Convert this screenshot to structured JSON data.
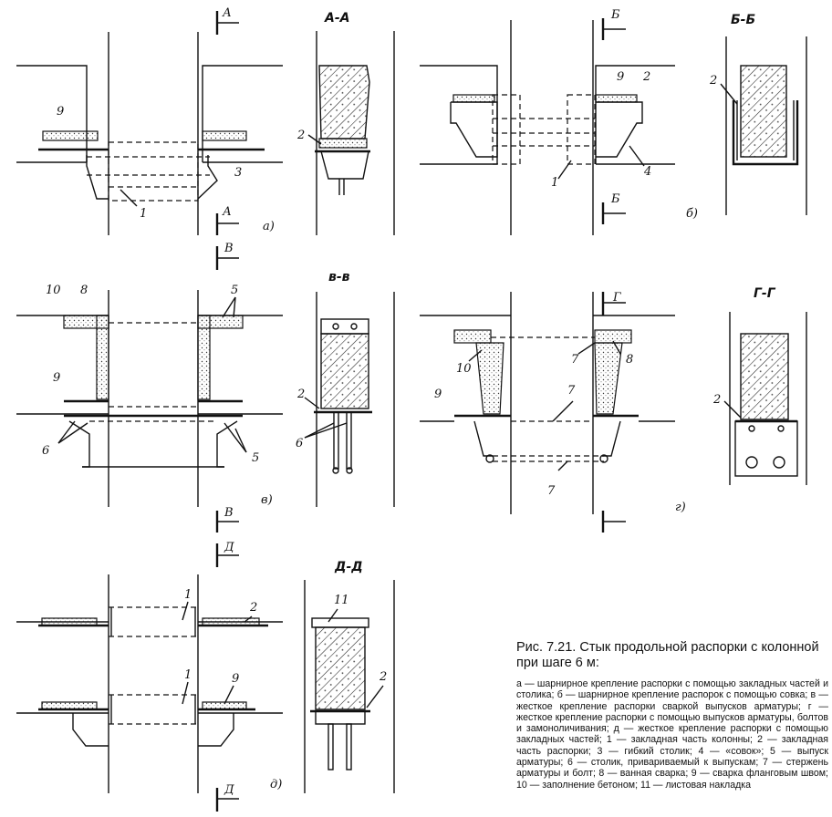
{
  "figure": {
    "caption_title": "Рис. 7.21. Стык продольной распорки с колонной при шаге 6 м:",
    "caption_body": "а — шарнирное крепление распорки с помощью закладных частей и столика; б — шарнирное крепление распорок с помощью совка; в — жесткое крепление распорки сваркой выпусков арматуры; г — жесткое крепление распорки с помощью выпусков арматуры, болтов и замоноличивания; д — жесткое крепление распорки с помощью закладных частей; 1 — закладная часть колонны; 2 — закладная часть распорки; 3 — гибкий столик; 4 — «совок»; 5 — выпуск арматуры; 6 — столик, привариваемый к выпускам; 7 — стержень арматуры и болт; 8 — ванная сварка; 9 — сварка фланговым швом; 10 — заполнение бетоном; 11 — листовая накладка"
  },
  "sections": {
    "a": {
      "letter": "А",
      "title": "А-А",
      "tag": "а)"
    },
    "b": {
      "letter": "Б",
      "title": "Б-Б",
      "tag": "б)"
    },
    "v": {
      "letter": "В",
      "title": "в-в",
      "tag": "в)"
    },
    "g": {
      "letter": "Г",
      "title": "Г-Г",
      "tag": "г)"
    },
    "d": {
      "letter": "Д",
      "title": "Д-Д",
      "tag": "д)"
    }
  },
  "labels": {
    "n1": "1",
    "n2": "2",
    "n3": "3",
    "n4": "4",
    "n5": "5",
    "n6": "6",
    "n7": "7",
    "n8": "8",
    "n9": "9",
    "n10": "10",
    "n11": "11"
  }
}
